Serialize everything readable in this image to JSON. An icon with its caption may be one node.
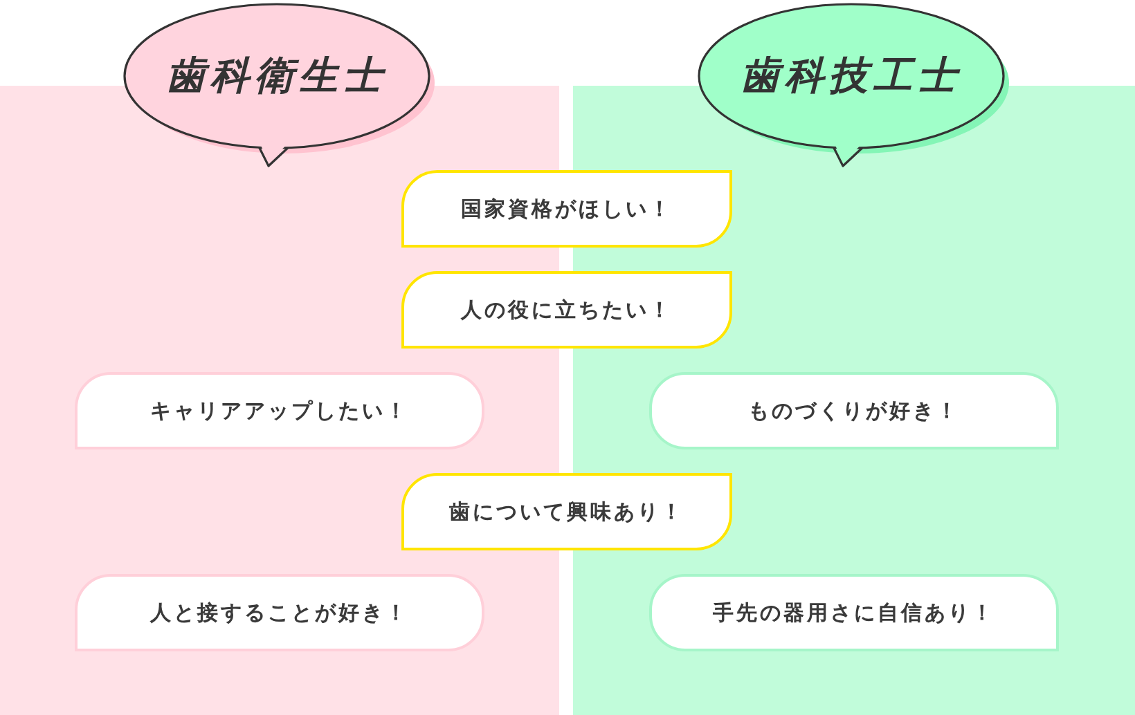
{
  "diagram": {
    "nodes": [
      {
        "text": [
          "歯科衛生士"
        ]
      },
      {
        "text": [
          "歯科技工士"
        ]
      },
      {
        "text": [
          "国家資格がほしい！"
        ]
      },
      {
        "text": [
          "人の役に立ちたい！"
        ]
      },
      {
        "text": [
          "キャリアアップしたい！"
        ],
        "in": 0
      },
      {
        "text": [
          "ものづくりが好き！"
        ],
        "in": 1
      },
      {
        "text": [
          "歯について興味あり！"
        ]
      },
      {
        "text": [
          "人と接することが好き！"
        ],
        "in": 0
      },
      {
        "text": [
          "手先の器用さに自信あり！"
        ],
        "in": 1
      }
    ]
  }
}
